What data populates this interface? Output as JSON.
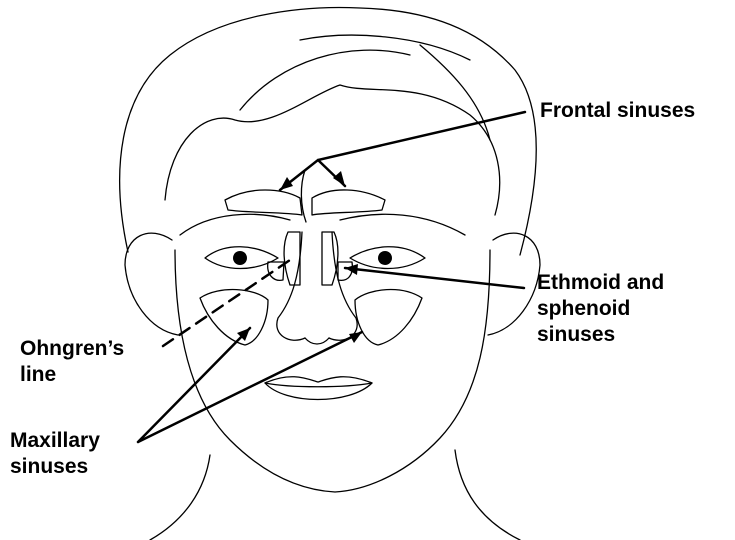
{
  "labels": {
    "frontal": "Frontal sinuses",
    "ethmoid": [
      "Ethmoid and",
      "sphenoid",
      "sinuses"
    ],
    "ohngren": [
      "Ohngren’s",
      "line"
    ],
    "maxillary": [
      "Maxillary",
      "sinuses"
    ]
  },
  "colors": {
    "line": "#000000",
    "background": "#ffffff"
  }
}
